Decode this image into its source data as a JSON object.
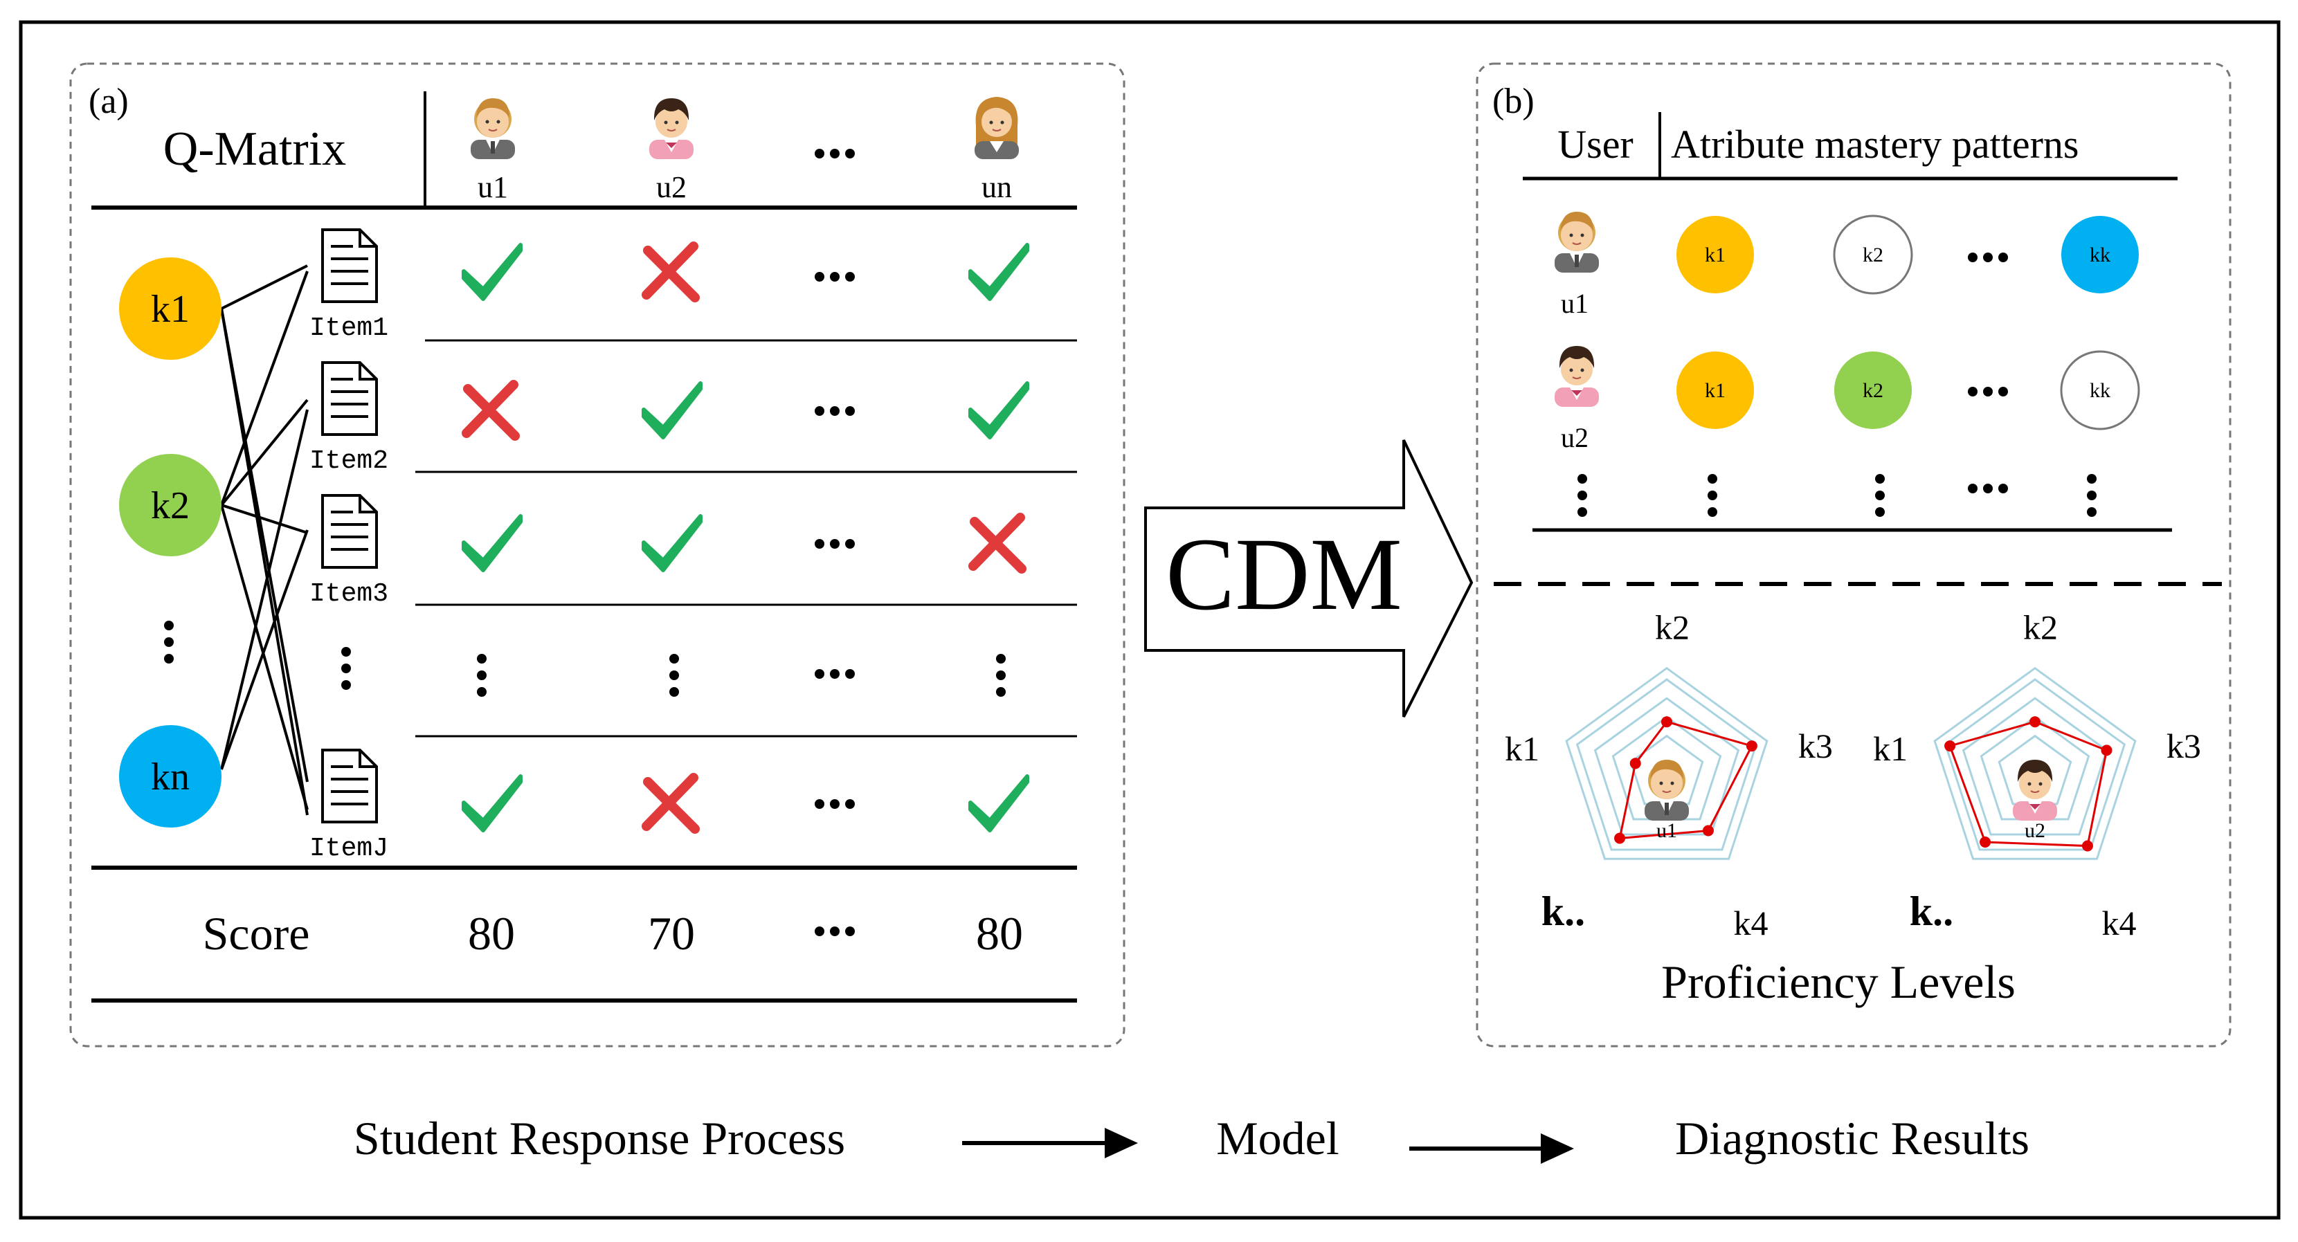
{
  "panel_a": {
    "label": "(a)",
    "qmatrix_title": "Q-Matrix",
    "users": [
      "u1",
      "u2",
      "un"
    ],
    "ellipsis": "•••",
    "vdots": "⋮",
    "knowledge": [
      {
        "label": "k1",
        "color": "#FFC000"
      },
      {
        "label": "k2",
        "color": "#92D050"
      },
      {
        "label": "kn",
        "color": "#00B0F0"
      }
    ],
    "items": [
      "Item1",
      "Item2",
      "Item3",
      "ItemJ"
    ],
    "responses": [
      [
        "check",
        "cross",
        "check"
      ],
      [
        "cross",
        "check",
        "check"
      ],
      [
        "check",
        "check",
        "cross"
      ],
      [
        "check",
        "cross",
        "check"
      ]
    ],
    "score_label": "Score",
    "scores": [
      "80",
      "70",
      "80"
    ]
  },
  "cdm_label": "CDM",
  "panel_b": {
    "label": "(b)",
    "col_user": "User",
    "col_patterns": "Atribute mastery patterns",
    "rows": [
      {
        "user": "u1",
        "attrs": [
          {
            "label": "k1",
            "fill": "#FFC000"
          },
          {
            "label": "k2",
            "fill": "#FFFFFF"
          },
          {
            "label": "kk",
            "fill": "#00B0F0"
          }
        ]
      },
      {
        "user": "u2",
        "attrs": [
          {
            "label": "k1",
            "fill": "#FFC000"
          },
          {
            "label": "k2",
            "fill": "#92D050"
          },
          {
            "label": "kk",
            "fill": "#FFFFFF"
          }
        ]
      }
    ],
    "radar_labels": [
      "k2",
      "k3",
      "k4",
      "k..",
      "k1"
    ],
    "radars": [
      {
        "user": "u1",
        "levels": [
          0.55,
          0.95,
          0.75,
          0.85,
          0.35
        ]
      },
      {
        "user": "u2",
        "levels": [
          0.55,
          0.8,
          0.95,
          0.9,
          0.95
        ]
      }
    ],
    "proficiency_label": "Proficiency Levels"
  },
  "flow": [
    "Student Response Process",
    "Model",
    "Diagnostic Results"
  ],
  "colors": {
    "check": "#1FAE5B",
    "cross": "#E03A3A",
    "radar_line": "#E00000",
    "radar_grid": "#A9D3E0"
  }
}
